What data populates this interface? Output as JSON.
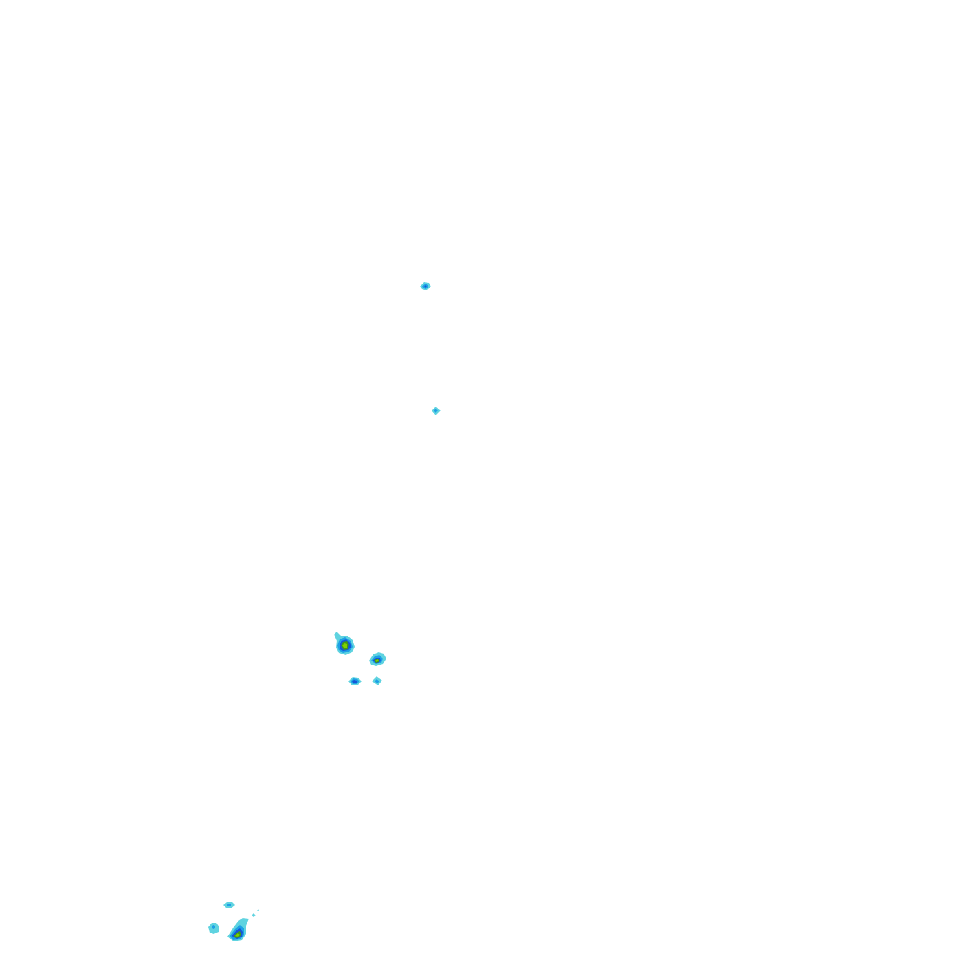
{
  "map": {
    "background_color": "#ffffff",
    "layer_type": "precipitation-contour-overlay",
    "contour_levels": [
      {
        "level": 1,
        "color": "#5fd3e0"
      },
      {
        "level": 2,
        "color": "#1ea0e6"
      },
      {
        "level": 3,
        "color": "#1656d6"
      },
      {
        "level": 4,
        "color": "#3f9a1a"
      },
      {
        "level": 5,
        "color": "#7fd000"
      }
    ],
    "cells": [
      {
        "id": "cell-north",
        "max_level": 3
      },
      {
        "id": "cell-middle",
        "max_level": 1
      },
      {
        "id": "cell-cluster-west",
        "max_level": 5
      },
      {
        "id": "cell-cluster-east",
        "max_level": 5
      },
      {
        "id": "cell-cluster-south-west",
        "max_level": 3
      },
      {
        "id": "cell-cluster-south-east",
        "max_level": 2
      },
      {
        "id": "cell-south-small-top",
        "max_level": 1
      },
      {
        "id": "cell-south-small-left",
        "max_level": 2
      },
      {
        "id": "cell-south-main",
        "max_level": 5
      },
      {
        "id": "cell-south-speck-a",
        "max_level": 1
      },
      {
        "id": "cell-south-speck-b",
        "max_level": 1
      }
    ]
  }
}
